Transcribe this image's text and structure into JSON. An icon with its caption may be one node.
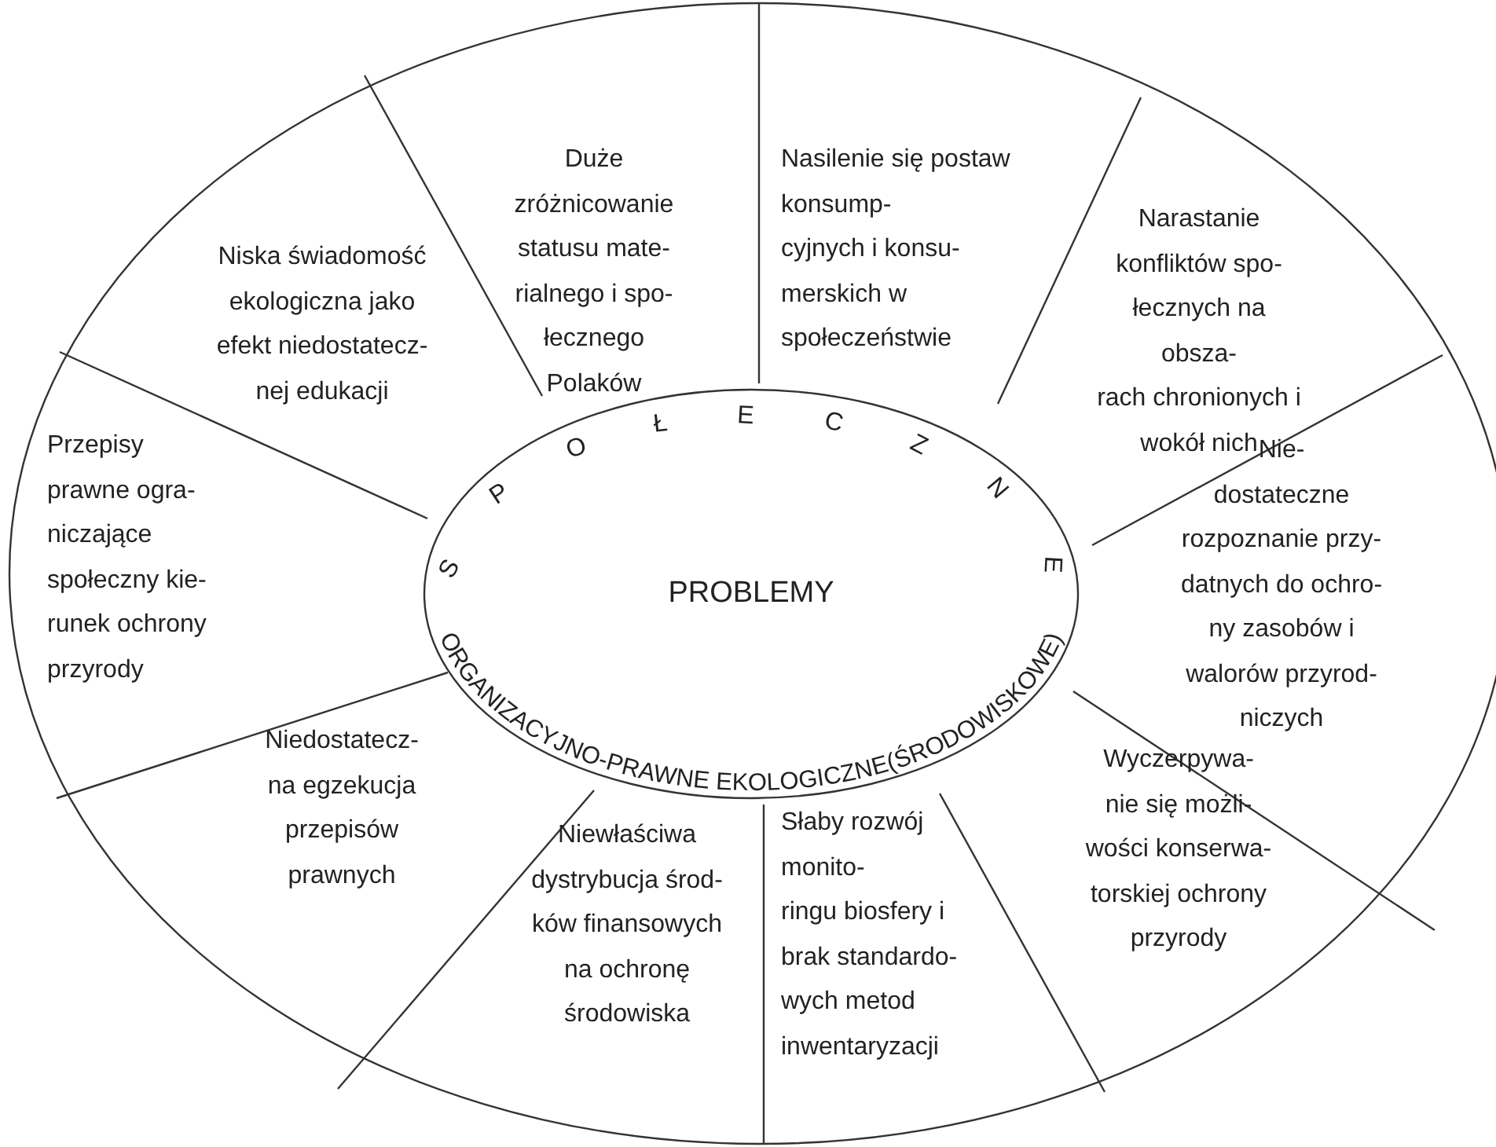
{
  "diagram": {
    "nodes": [
      {
        "text": [
          "SPOŁECZNE",
          "PROBLEMY",
          "ORGANIZACYJNO-PRAWNE EKOLOGICZNE(ŚRODOWISKOWE)"
        ]
      },
      {
        "text": [
          "Duże zróżnicowanie statusu mate- rialnego i spo- łecznego Polaków"
        ]
      },
      {
        "text": [
          "Nasilenie się postaw konsump- cyjnych i konsu- merskich w społeczeństwie"
        ]
      },
      {
        "text": [
          "Narastanie konfliktów spo- łecznych na obsza- rach chronionych i wokół nich"
        ]
      },
      {
        "text": [
          "Nie- dostateczne rozpoznanie przy- datnych do ochro- ny zasobów i walorów przyrod- niczych"
        ]
      },
      {
        "text": [
          "Wyczerpywa- nie się możli- wości konserwa- torskiej ochrony przyrody"
        ]
      },
      {
        "text": [
          "Słaby rozwój monito- ringu biosfery i brak standardo- wych metod inwentaryzacji"
        ]
      },
      {
        "text": [
          "Niewłaściwa dystrybucja środ- ków finansowych na ochronę środowiska"
        ]
      },
      {
        "text": [
          "Niedostatecz- na egzekucja przepisów prawnych"
        ]
      },
      {
        "text": [
          "Przepisy prawne ogra- niczające społeczny kie- runek ochrony przyrody"
        ]
      },
      {
        "text": [
          "Niska świadomość ekologiczna jako efekt niedostatecz- nej edukacji"
        ]
      }
    ]
  }
}
